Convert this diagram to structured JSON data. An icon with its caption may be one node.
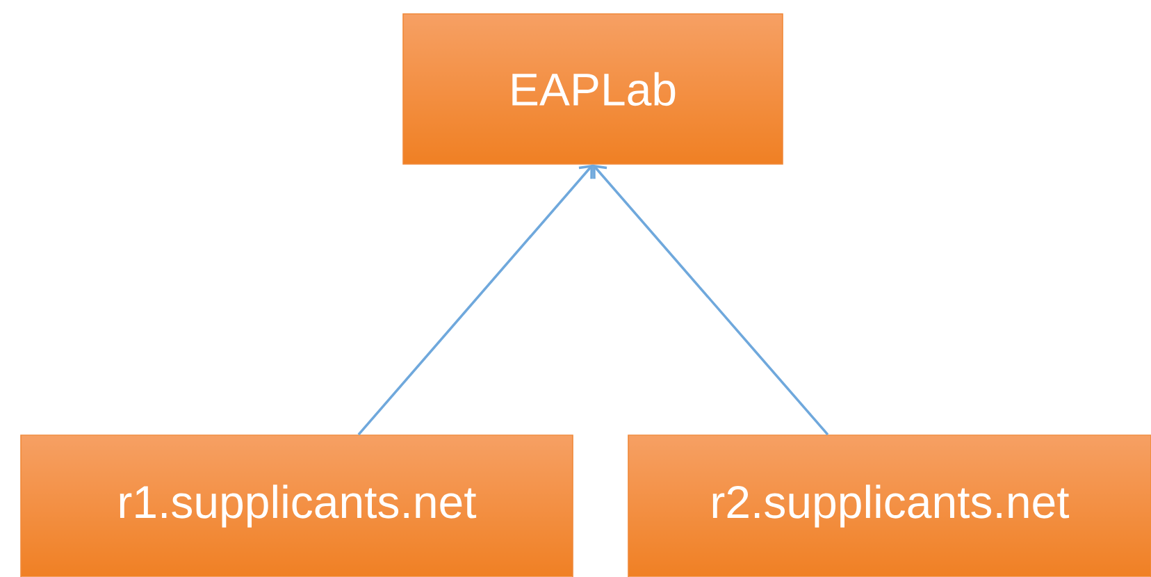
{
  "diagram": {
    "nodes": [
      {
        "text": [
          "EAPLab"
        ]
      },
      {
        "text": [
          "r1.supplicants.net"
        ]
      },
      {
        "text": [
          "r2.supplicants.net"
        ]
      }
    ],
    "edges": [
      {
        "from": 1,
        "to": 0,
        "arrow": "to"
      },
      {
        "from": 2,
        "to": 0,
        "arrow": "to"
      }
    ]
  }
}
